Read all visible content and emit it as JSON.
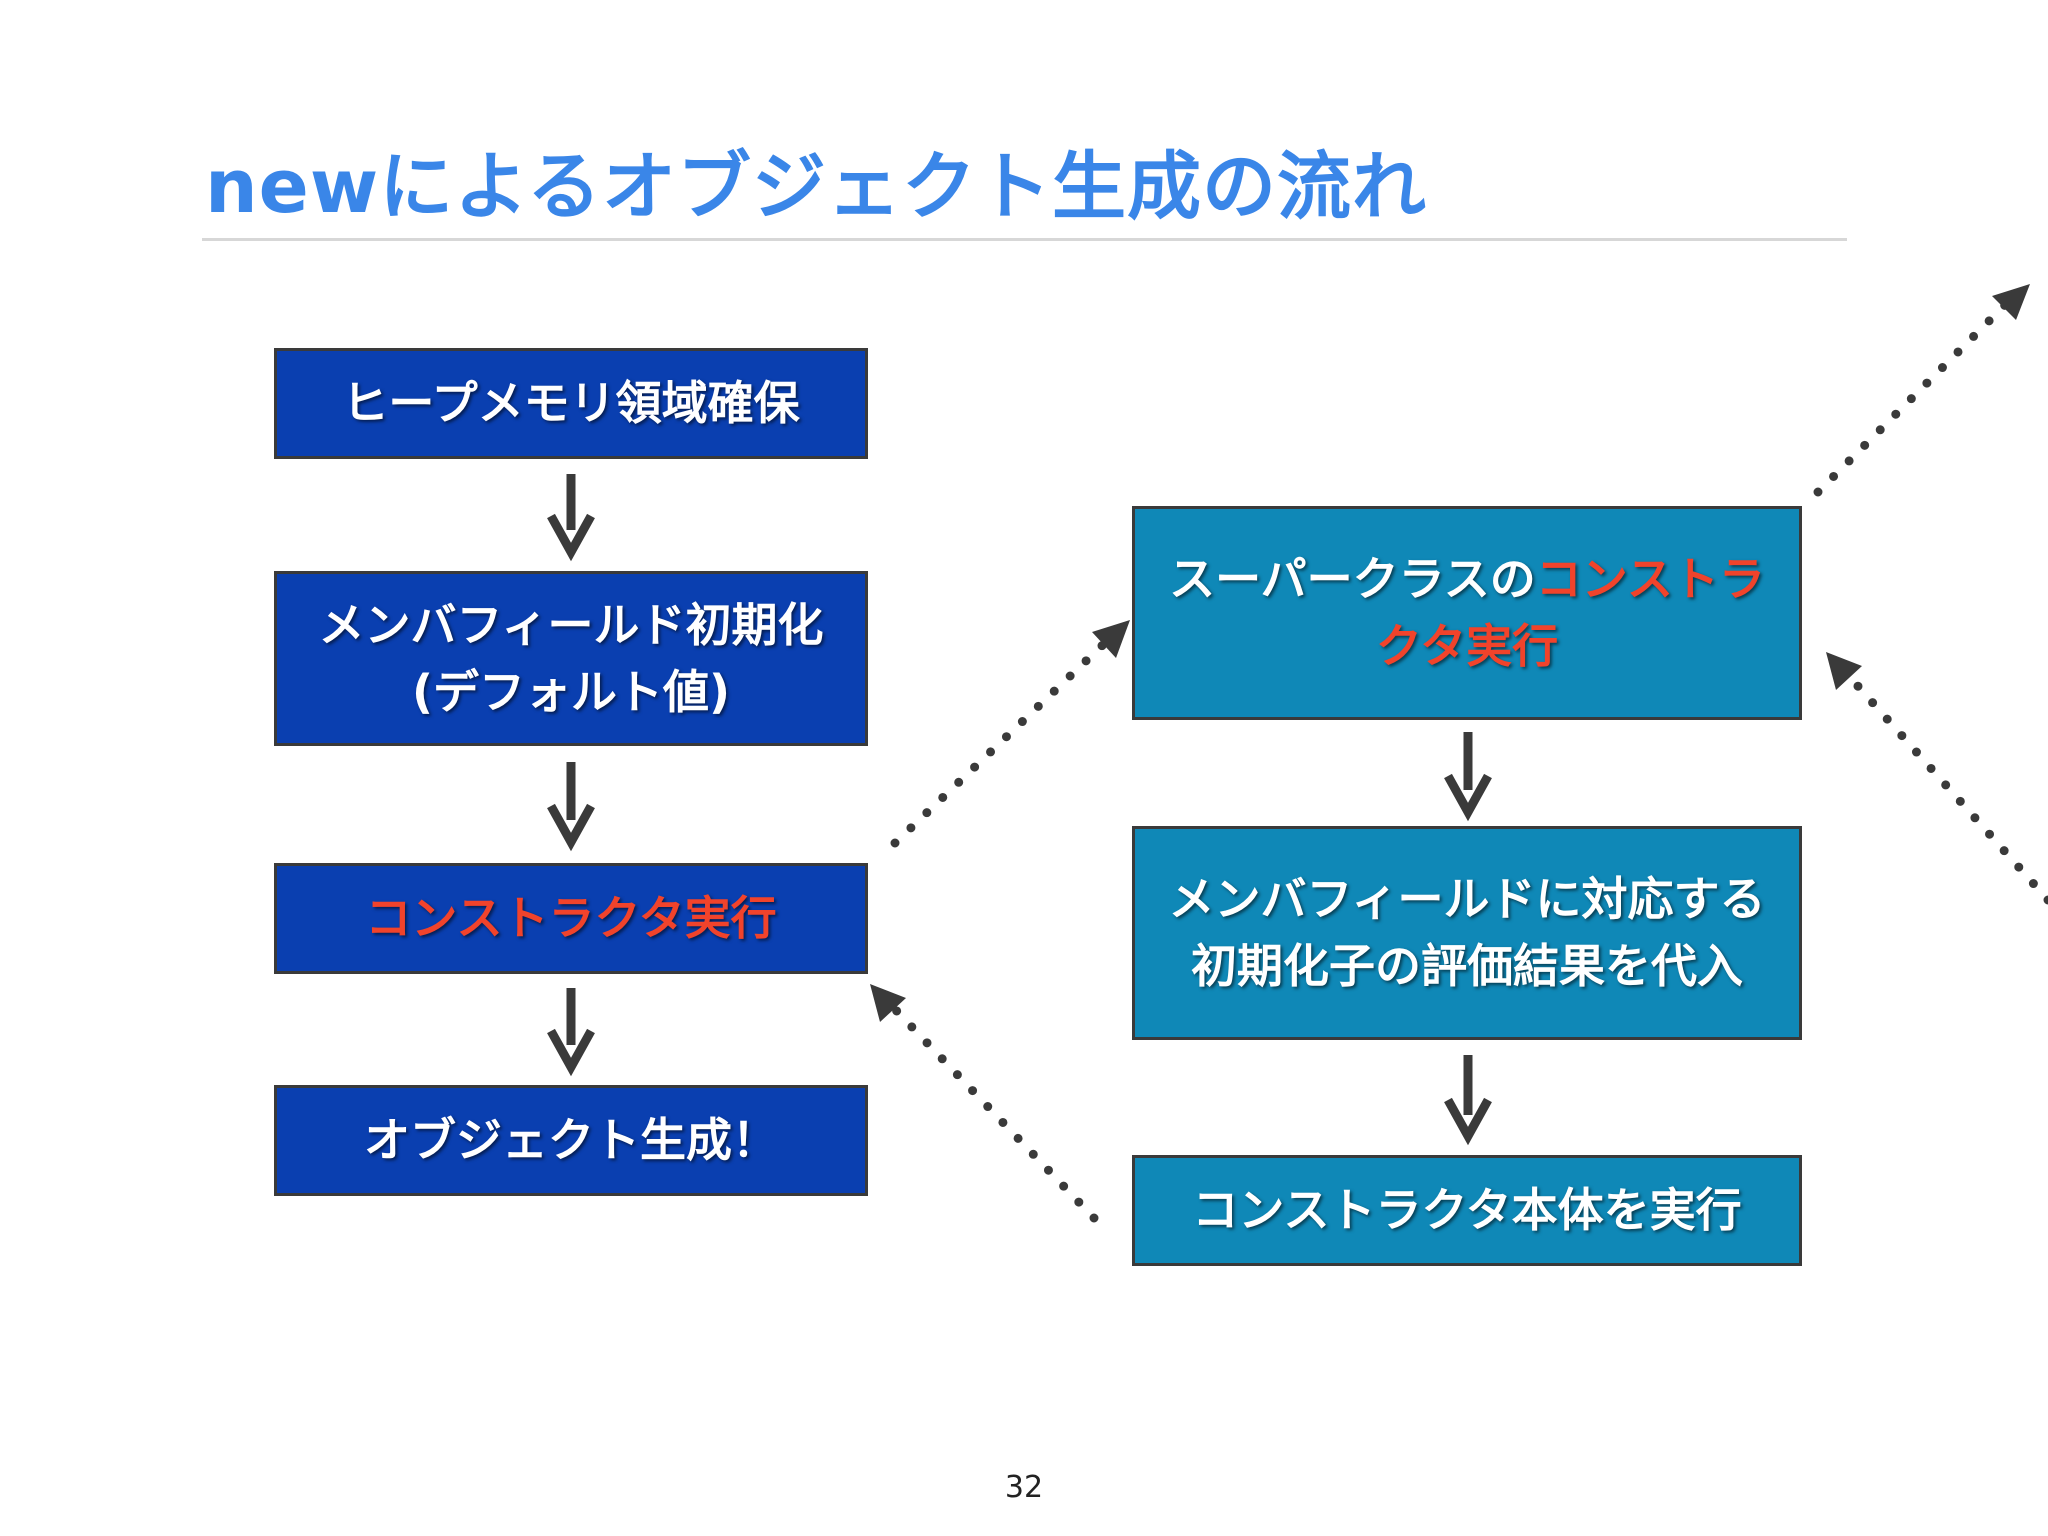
{
  "slide": {
    "title": "newによるオブジェクト生成の流れ",
    "page_number": "32"
  },
  "left_column": {
    "heap_alloc": "ヒープメモリ領域確保",
    "field_init_line1": "メンバフィールド初期化",
    "field_init_line2": "(デフォルト値)",
    "constructor_exec": "コンストラクタ実行",
    "object_created": "オブジェクト生成！"
  },
  "right_column": {
    "super_prefix": "スーパークラスの",
    "super_accent_line1": "コンストラ",
    "super_accent_line2": "クタ実行",
    "initializer_line1": "メンバフィールドに対応する",
    "initializer_line2": "初期化子の評価結果を代入",
    "body_exec": "コンストラクタ本体を実行"
  },
  "colors": {
    "title": "#3a86e8",
    "left_box_fill": "#0a3fb0",
    "right_box_fill": "#0f88b7",
    "accent_text": "#f1432b",
    "arrow": "#3a3a3a"
  }
}
